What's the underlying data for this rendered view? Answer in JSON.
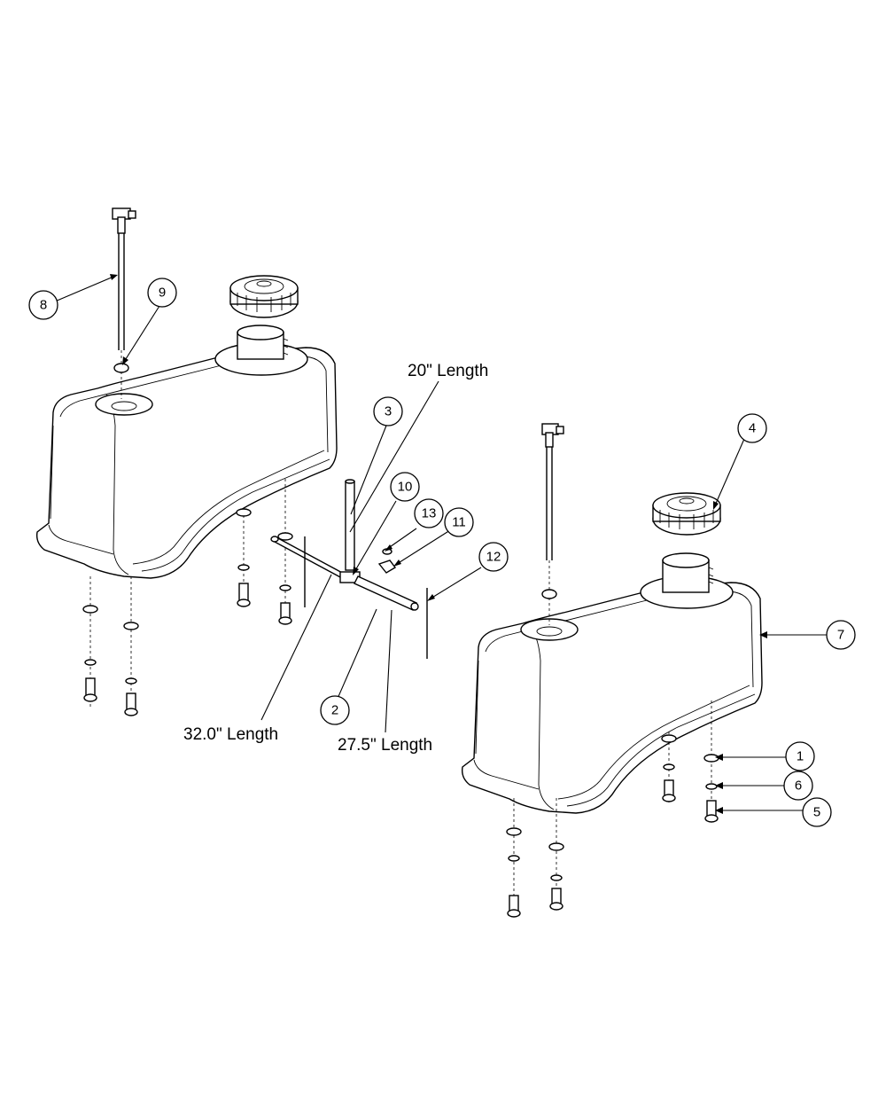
{
  "callouts": [
    {
      "id": "1",
      "label": "1"
    },
    {
      "id": "2",
      "label": "2"
    },
    {
      "id": "3",
      "label": "3"
    },
    {
      "id": "4",
      "label": "4"
    },
    {
      "id": "5",
      "label": "5"
    },
    {
      "id": "6",
      "label": "6"
    },
    {
      "id": "7",
      "label": "7"
    },
    {
      "id": "8",
      "label": "8"
    },
    {
      "id": "9",
      "label": "9"
    },
    {
      "id": "10",
      "label": "10"
    },
    {
      "id": "11",
      "label": "11"
    },
    {
      "id": "12",
      "label": "12"
    },
    {
      "id": "13",
      "label": "13"
    }
  ],
  "dimensions": {
    "hose_20": "20\" Length",
    "hose_32": "32.0\" Length",
    "hose_27_5": "27.5\" Length"
  }
}
